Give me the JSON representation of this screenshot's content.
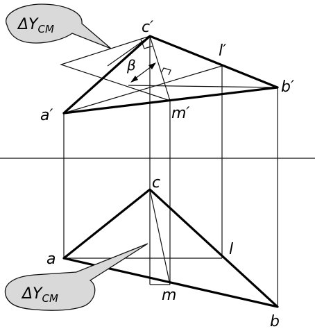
{
  "labels": {
    "c_prime": "c′",
    "l_prime": "l′",
    "b_prime": "b′",
    "a_prime": "a′",
    "m_prime": "m′",
    "beta": "β",
    "c": "c",
    "a": "a",
    "l": "l",
    "m": "m",
    "b": "b"
  },
  "callouts": {
    "top": {
      "delta": "ΔY",
      "sub": "CM"
    },
    "bottom": {
      "delta": "ΔY",
      "sub": "CM"
    }
  },
  "colors": {
    "line": "#000000",
    "callout_fill": "#d9d9d9",
    "background": "#ffffff"
  }
}
